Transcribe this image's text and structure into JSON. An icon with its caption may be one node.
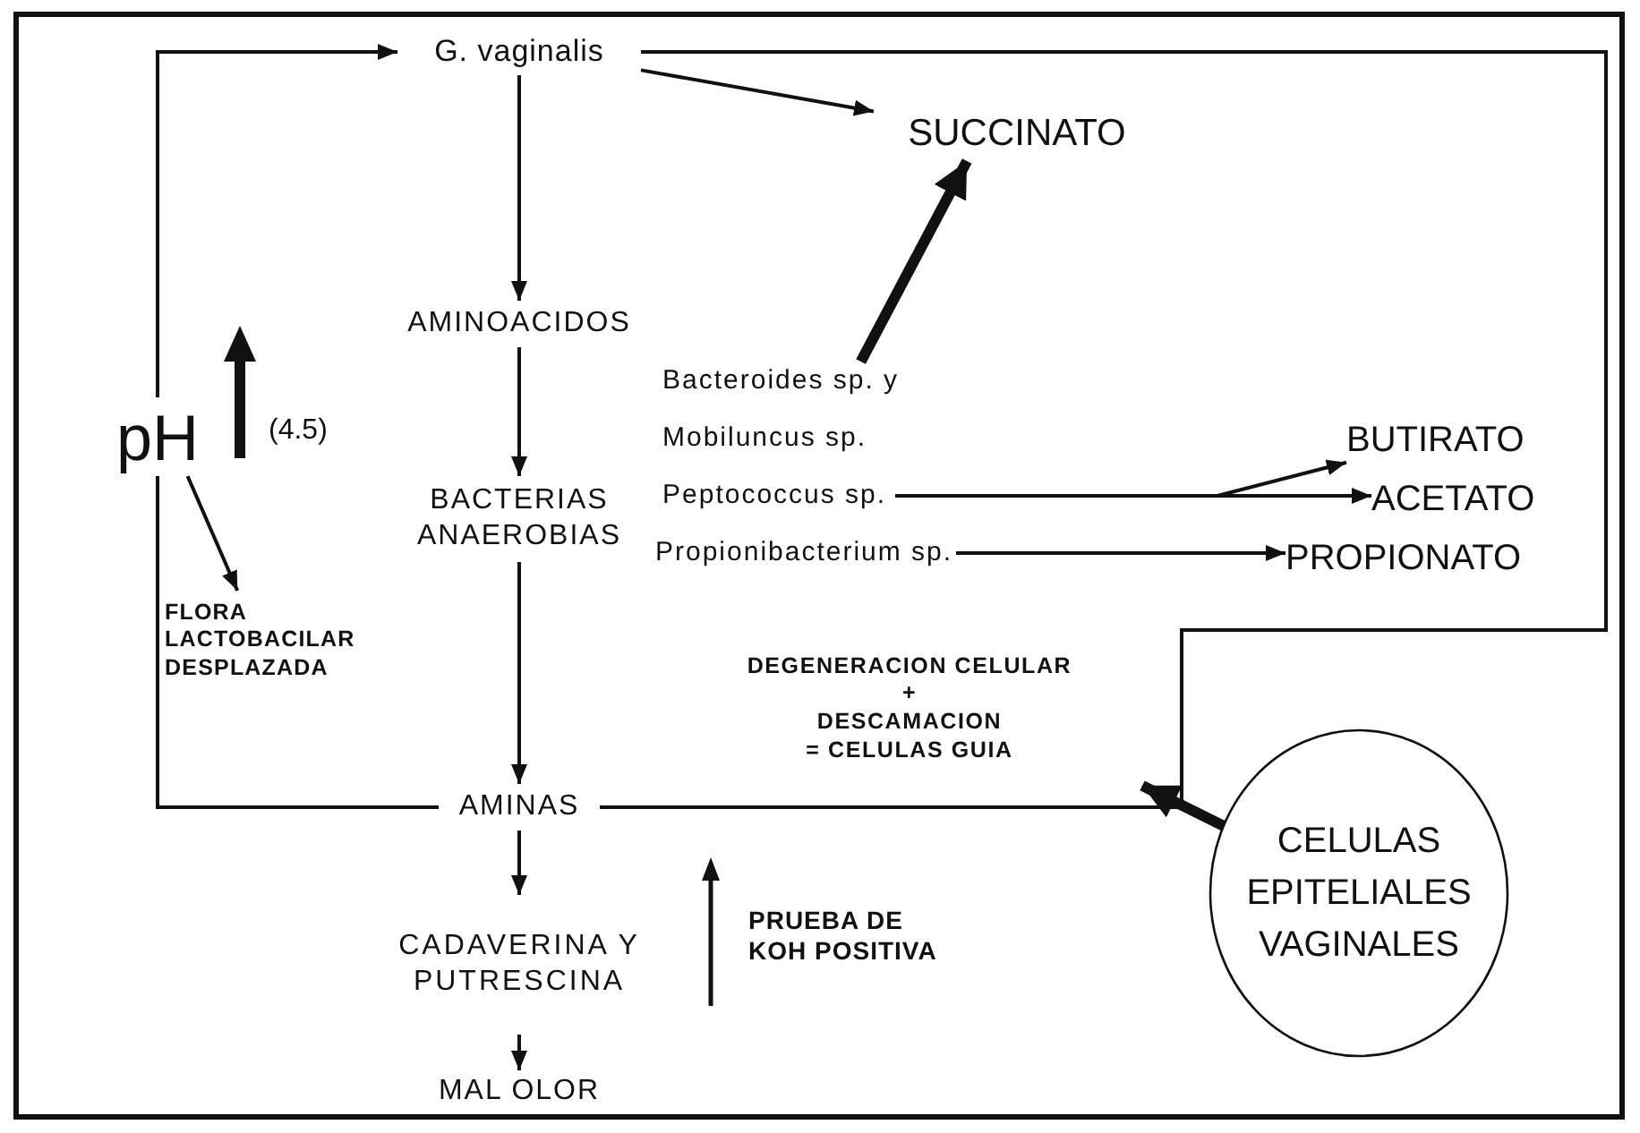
{
  "diagram": {
    "nodes": [
      {
        "text": [
          "G. vaginalis"
        ]
      },
      {
        "text": [
          "SUCCINATO"
        ]
      },
      {
        "text": [
          "AMINOACIDOS"
        ]
      },
      {
        "text": [
          "pH"
        ]
      },
      {
        "text": [
          "Bacteroides sp. y"
        ]
      },
      {
        "text": [
          "Mobiluncus sp."
        ]
      },
      {
        "text": [
          "Peptococcus sp."
        ]
      },
      {
        "text": [
          "Propionibacterium sp."
        ]
      },
      {
        "text": [
          "BACTERIAS ANAEROBIAS"
        ]
      },
      {
        "text": [
          "BUTIRATO"
        ]
      },
      {
        "text": [
          "ACETATO"
        ]
      },
      {
        "text": [
          "PROPIONATO"
        ]
      },
      {
        "text": [
          "FLORA LACTOBACILAR DESPLAZADA"
        ]
      },
      {
        "text": [
          "DEGENERACION CELULAR",
          "+",
          "DESCAMACION",
          "= CELULAS GUIA"
        ]
      },
      {
        "text": [
          "AMINAS"
        ]
      },
      {
        "text": [
          "CELULAS EPITELIALES VAGINALES"
        ]
      },
      {
        "text": [
          "CADAVERINA Y PUTRESCINA"
        ]
      },
      {
        "text": [
          "PRUEBA DE KOH POSITIVA"
        ]
      },
      {
        "text": [
          "MAL OLOR"
        ]
      }
    ],
    "edges": [
      {
        "from": 3,
        "to": 0,
        "arrow": "to"
      },
      {
        "from": 3,
        "to": 12,
        "arrow": "to"
      },
      {
        "from": 14,
        "to": 3,
        "arrow": "none"
      },
      {
        "from": 0,
        "to": 1,
        "arrow": "to"
      },
      {
        "from": 0,
        "to": 2,
        "arrow": "to"
      },
      {
        "from": 2,
        "to": 8,
        "arrow": "to"
      },
      {
        "from": 4,
        "to": 1,
        "arrow": "to",
        "style": "thick"
      },
      {
        "from": 6,
        "to": 9,
        "arrow": "to"
      },
      {
        "from": 6,
        "to": 10,
        "arrow": "to"
      },
      {
        "from": 7,
        "to": 11,
        "arrow": "to"
      },
      {
        "from": 8,
        "to": 14,
        "arrow": "to"
      },
      {
        "from": 0,
        "to": 14,
        "arrow": "none"
      },
      {
        "from": 15,
        "to": 13,
        "arrow": "to",
        "style": "thick"
      },
      {
        "from": 14,
        "to": 16,
        "arrow": "to"
      },
      {
        "from": 16,
        "to": 18,
        "arrow": "to"
      }
    ],
    "labels": [
      "(4.5)"
    ]
  }
}
